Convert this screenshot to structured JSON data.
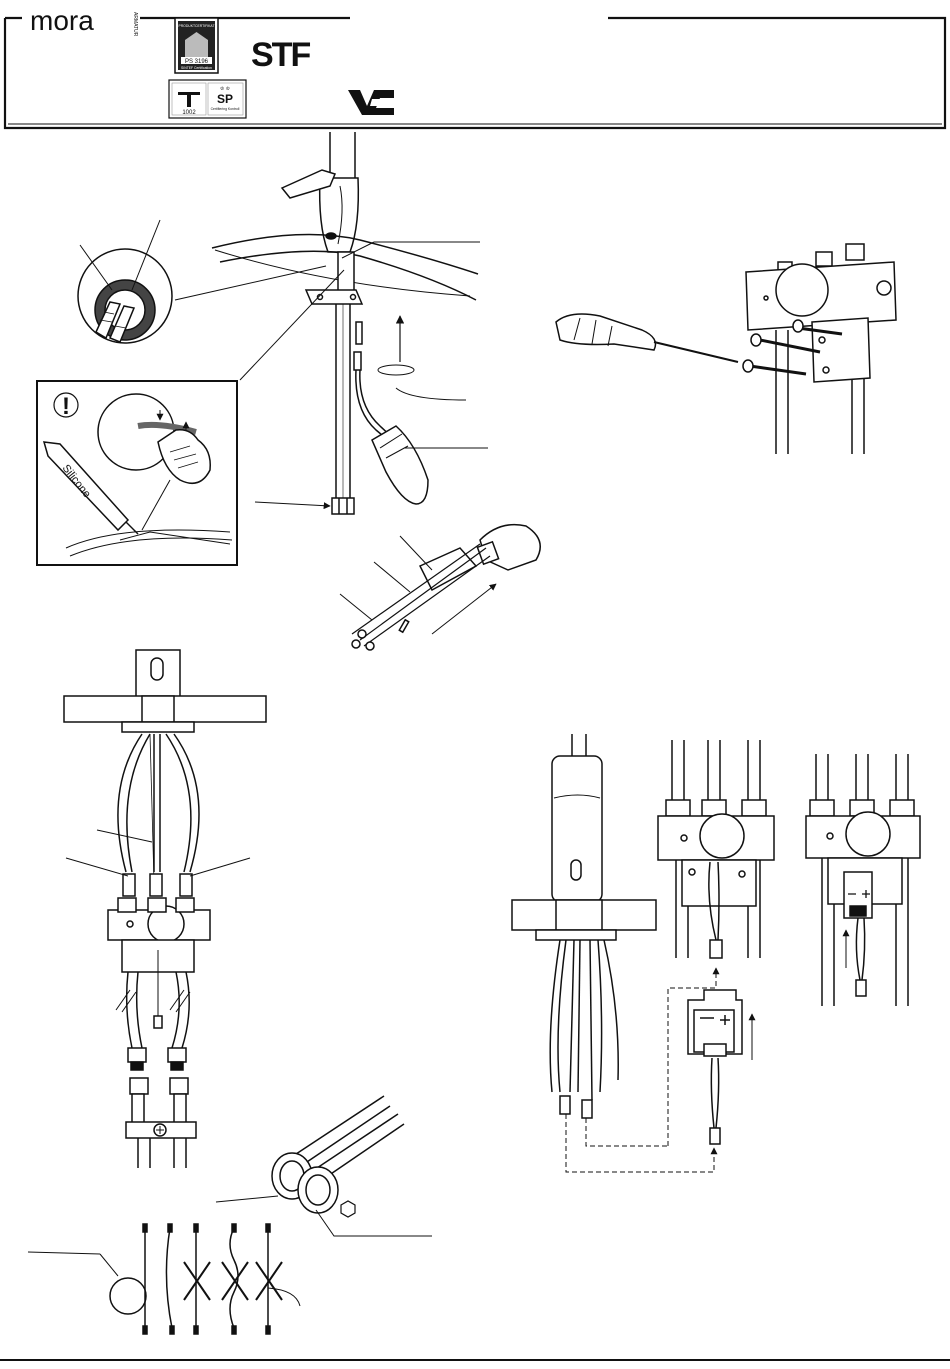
{
  "header": {
    "brand": "mora",
    "brand_sub": "ARMATUR",
    "cert_badge_top": "PRODUKTCERTIFIKAT",
    "cert_badge_code": "PS 3196",
    "cert_badge_bottom": "SINTEF Certification",
    "sp_badge_num": "1002",
    "sp_badge_label": "SP",
    "sp_badge_sub": "Certifiering Kontroll",
    "stf_mark": "STF",
    "vd_mark": "VA"
  },
  "figure1": {
    "warning_symbol": "!",
    "tube_label": "Silicone"
  },
  "figure6": {
    "hex_symbol": "hexagon"
  }
}
